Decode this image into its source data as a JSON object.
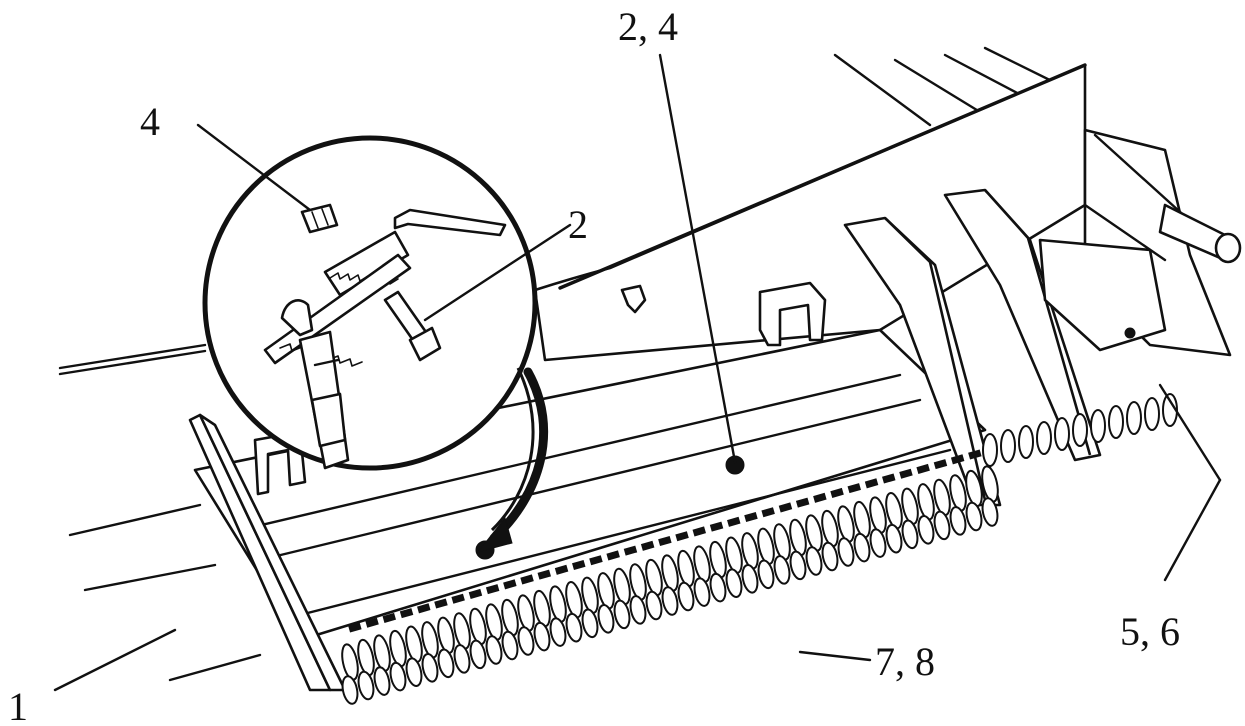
{
  "callouts": {
    "part_1": "1",
    "part_2": "2",
    "part_2_4": "2, 4",
    "part_4": "4",
    "part_5_6": "5, 6",
    "part_7_8": "7, 8"
  },
  "colors": {
    "line": "#111111",
    "background": "#ffffff"
  },
  "icons": {
    "detail_callout": "magnifier-circle",
    "transfer_arrow": "curved-arrow"
  }
}
